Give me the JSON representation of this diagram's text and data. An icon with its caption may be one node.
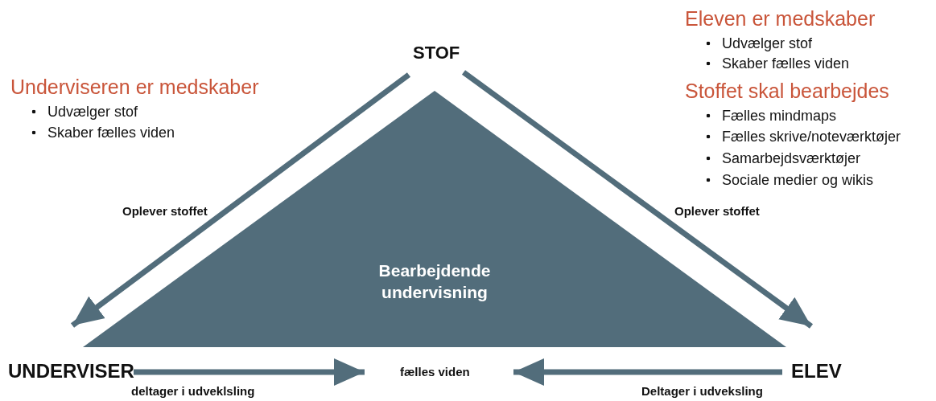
{
  "diagram": {
    "nodes": [
      {
        "text": [
          "STOF"
        ]
      },
      {
        "text": [
          "UNDERVISER"
        ]
      },
      {
        "text": [
          "ELEV"
        ]
      },
      {
        "text": [
          "fælles viden"
        ]
      },
      {
        "text": [
          "Bearbejdende undervisning"
        ]
      }
    ],
    "edges": [
      {
        "from": 0,
        "to": 1,
        "arrow": "to",
        "label": "Oplever stoffet"
      },
      {
        "from": 0,
        "to": 2,
        "arrow": "to",
        "label": "Oplever stoffet"
      },
      {
        "from": 1,
        "to": 3,
        "arrow": "to",
        "label": "deltager i udveklsling"
      },
      {
        "from": 2,
        "to": 3,
        "arrow": "to",
        "label": "Deltager i udveksling"
      }
    ],
    "labels": [
      "Underviseren er medskaber",
      "Udvælger stof",
      "Skaber fælles viden",
      "Eleven er medskaber",
      "Udvælger stof",
      "Skaber fælles viden",
      "Stoffet skal bearbejdes",
      "Fælles mindmaps",
      "Fælles skrive/noteværktøjer",
      "Samarbejdsværktøjer",
      "Sociale medier og wikis"
    ]
  }
}
